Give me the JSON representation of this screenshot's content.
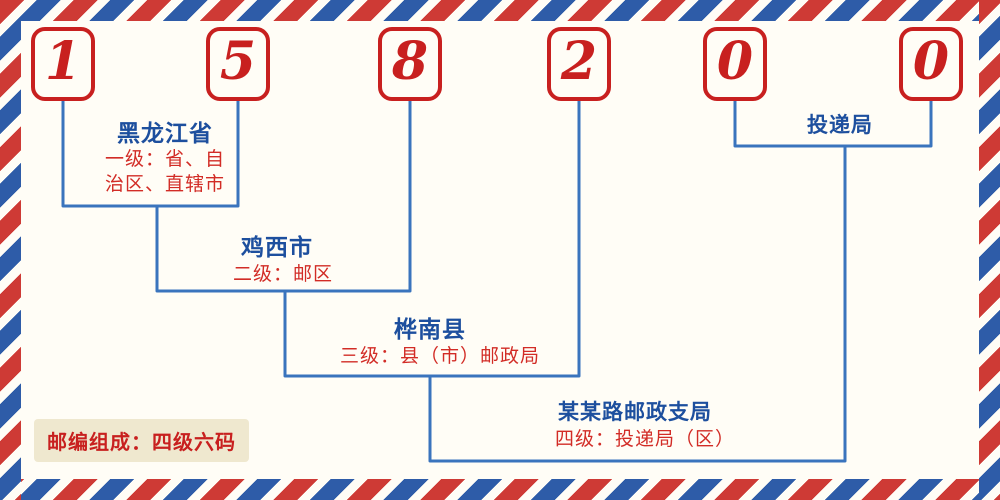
{
  "postal_code": {
    "digits": [
      "1",
      "5",
      "8",
      "2",
      "0",
      "0"
    ]
  },
  "labels": {
    "level1_place": "黑龙江省",
    "level1_desc_line1": "一级：省、自",
    "level1_desc_line2": "治区、直辖市",
    "level2_place": "鸡西市",
    "level2_desc": "二级：邮区",
    "level3_place": "桦南县",
    "level3_desc": "三级：县（市）邮政局",
    "level4_place": "某某路邮政支局",
    "level4_desc": "四级：投递局（区）",
    "delivery_office": "投递局",
    "footer_note": "邮编组成：四级六码"
  },
  "colors": {
    "digit_red": "#c8201f",
    "line_blue": "#3a74bd",
    "place_name_blue": "#1d4f9e",
    "description_red": "#d22c26",
    "stripe_red": "#ce3a35",
    "stripe_blue": "#2e5ca8",
    "note_background": "#efe8cf",
    "page_background": "#fffdf6"
  }
}
